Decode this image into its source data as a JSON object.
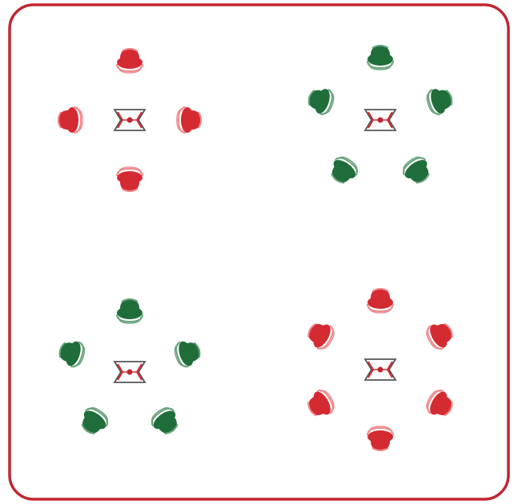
{
  "colors": {
    "frame": "#c0262f",
    "red_team": "#d42a32",
    "red_team_light": "#f08a8d",
    "green_team": "#1f6e3a",
    "green_team_light": "#6aa47d",
    "cone_outline": "#555555",
    "ball": "#c0262f"
  },
  "icons": {
    "frame": "rounded-rectangle-border",
    "player": "top-down-player-icon",
    "center_marker": "cone-with-ball-icon"
  },
  "groups": [
    {
      "team": "red",
      "player_count": 4
    },
    {
      "team": "green",
      "player_count": 5
    },
    {
      "team": "green",
      "player_count": 5
    },
    {
      "team": "red",
      "player_count": 6
    }
  ]
}
